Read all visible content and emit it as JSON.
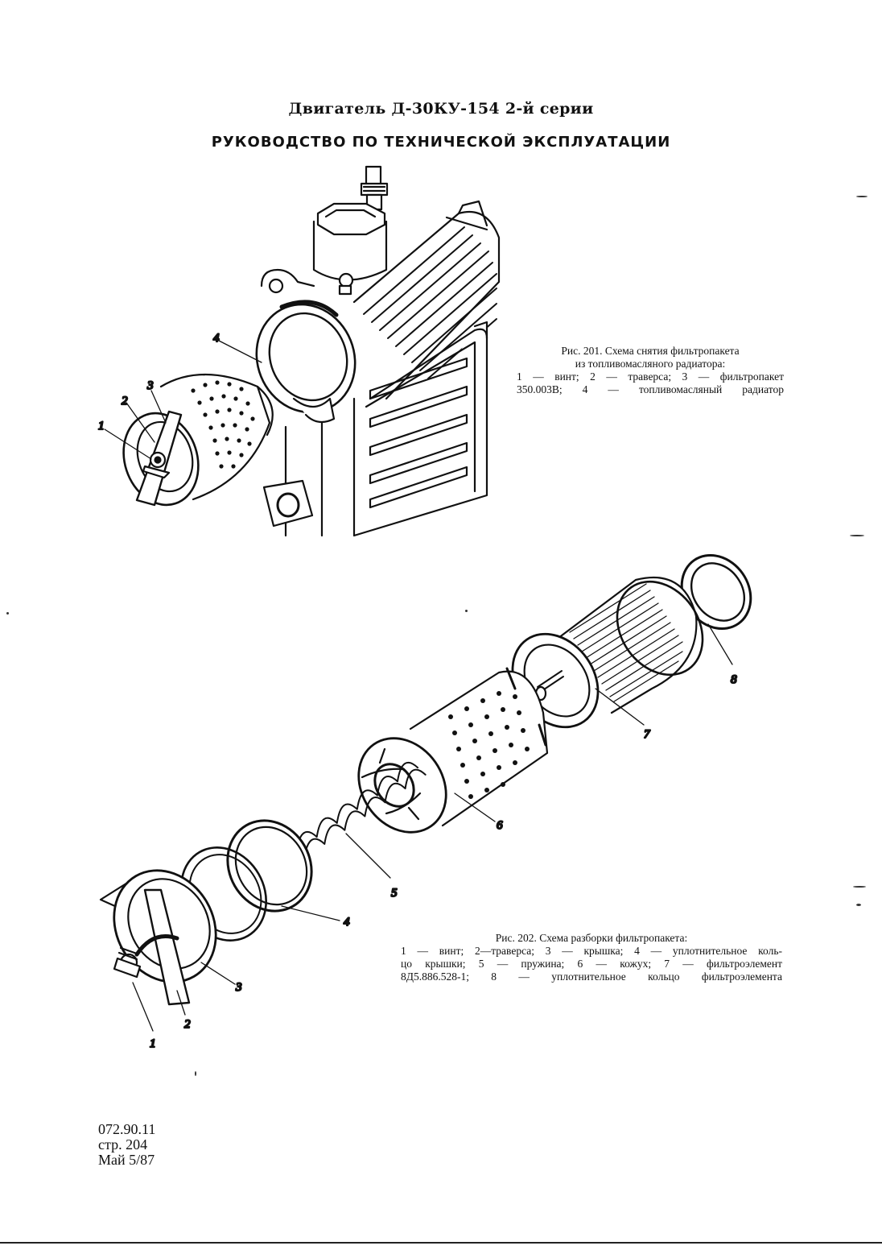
{
  "header": {
    "title": "Двигатель Д-30КУ-154 2-й серии",
    "subtitle": "РУКОВОДСТВО ПО ТЕХНИЧЕСКОЙ ЭКСПЛУАТАЦИИ"
  },
  "figure_201": {
    "caption_title": "Рис. 201. Схема снятия фильтропакета",
    "caption_line2": "из топливомасляного радиатора:",
    "caption_line3": "1 — винт; 2 — траверса; 3 — фильтропакет",
    "caption_line4": "350.003В; 4 — топливомасляный радиатор",
    "callouts": [
      "1",
      "2",
      "3",
      "4"
    ]
  },
  "figure_202": {
    "caption_title": "Рис. 202. Схема разборки фильтропакета:",
    "caption_line2": "1 — винт; 2—траверса; 3 — крышка; 4 — уплотнительное коль-",
    "caption_line3": "цо крышки; 5 — пружина; 6 — кожух; 7 — фильтроэлемент",
    "caption_line4": "8Д5.886.528-1; 8 — уплотнительное кольцо фильтроэлемента",
    "callouts": [
      "1",
      "2",
      "3",
      "4",
      "5",
      "6",
      "7",
      "8"
    ]
  },
  "footer": {
    "doc_code": "072.90.11",
    "page": "стр. 204",
    "date": "Май 5/87"
  }
}
